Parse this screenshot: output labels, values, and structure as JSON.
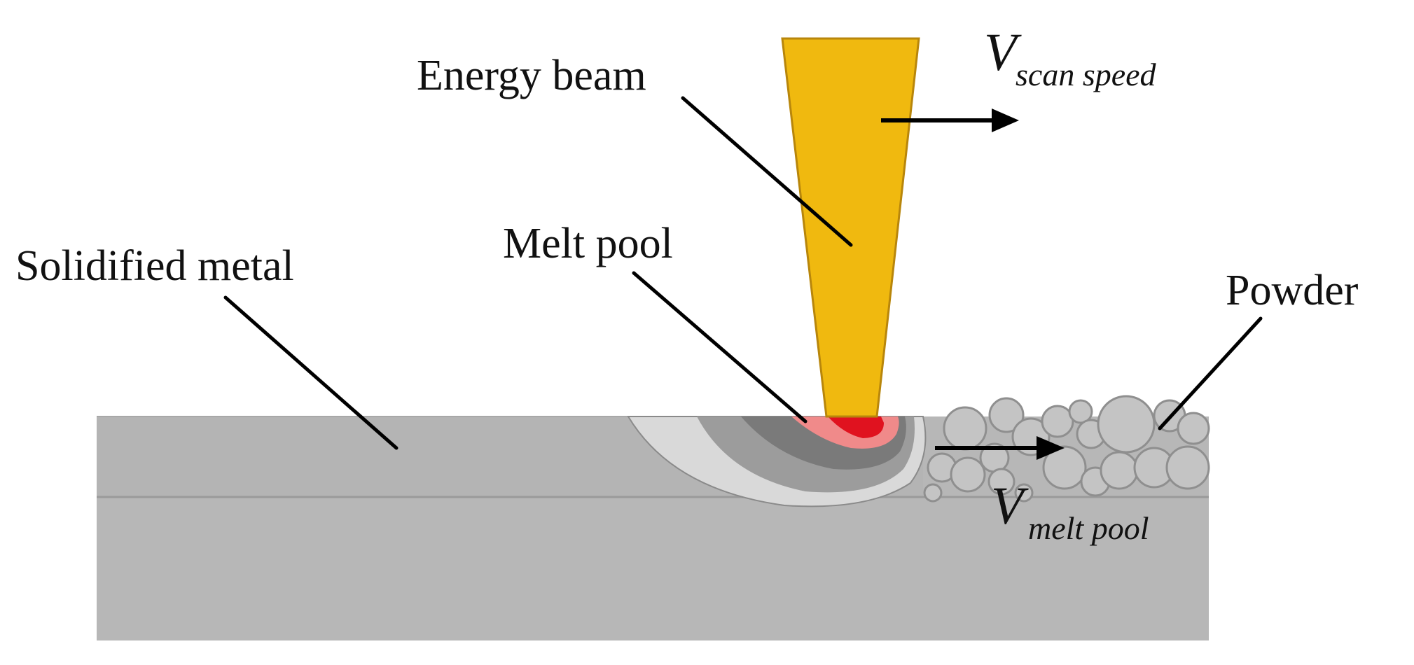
{
  "labels": {
    "energy_beam": "Energy beam",
    "melt_pool": "Melt pool",
    "solidified_metal": "Solidified metal",
    "powder": "Powder"
  },
  "velocities": {
    "scan": {
      "symbol": "V",
      "subscript": "scan speed"
    },
    "melt_pool": {
      "symbol": "V",
      "subscript": "melt pool"
    }
  },
  "colors": {
    "beam": "#f0b90f",
    "beam_edge": "#b8860b",
    "base_plate": "#b7b7b7",
    "solidified_layer": "#b3b3b3",
    "heat_affected_outer": "#d9d9d9",
    "heat_affected_mid": "#9c9c9c",
    "heat_affected_inner": "#7a7a7a",
    "melt_pool_core": "#e0121f",
    "melt_pool_rim": "#f08a8a",
    "powder": "#c4c4c4"
  }
}
